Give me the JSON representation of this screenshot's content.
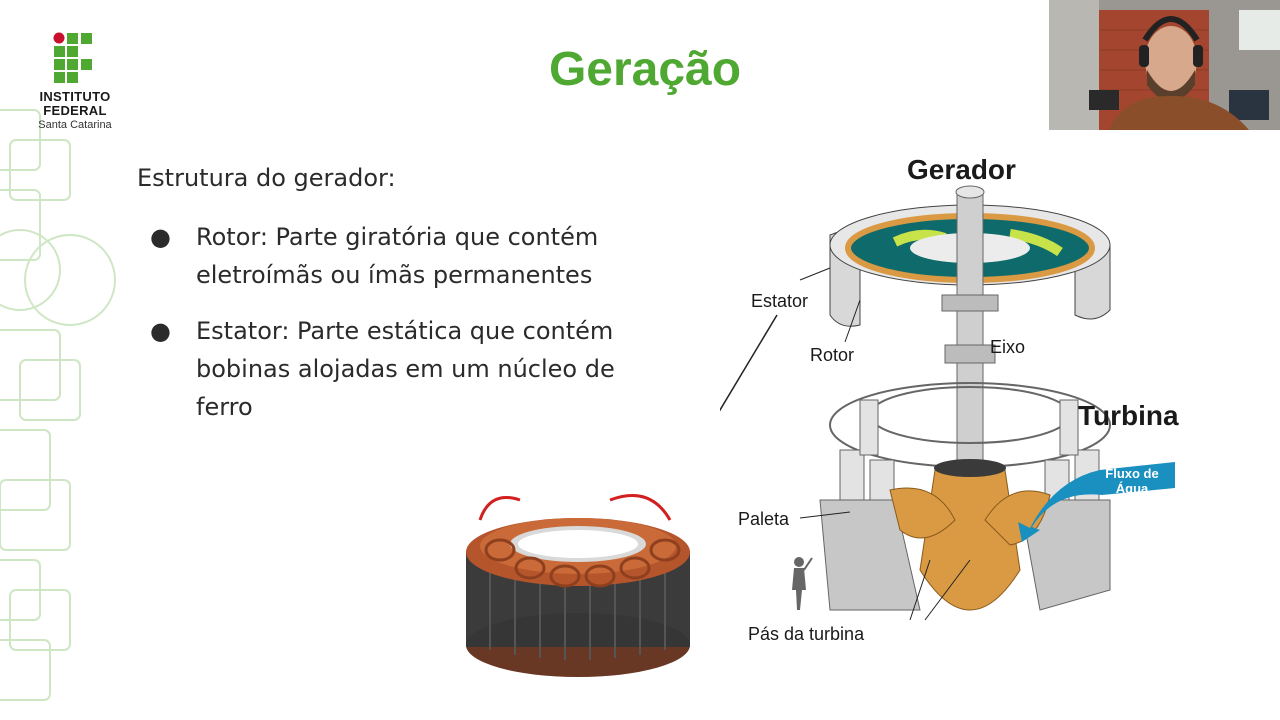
{
  "slide": {
    "title": "Geração",
    "intro": "Estrutura do gerador:",
    "bullets": [
      {
        "marker": "●",
        "text": "Rotor: Parte giratória que contém eletroímãs ou ímãs permanentes"
      },
      {
        "marker": "●",
        "text": "Estator: Parte estática que contém bobinas alojadas em um núcleo de ferro"
      }
    ]
  },
  "logo": {
    "line1": "INSTITUTO",
    "line2": "FEDERAL",
    "line3": "Santa Catarina",
    "colors": {
      "green": "#4ea831",
      "red": "#c8102e"
    }
  },
  "diagram": {
    "labels": {
      "gerador": "Gerador",
      "turbina": "Turbina",
      "estator": "Estator",
      "rotor": "Rotor",
      "eixo": "Eixo",
      "paleta": "Paleta",
      "pas": "Pás da turbina",
      "fluxo_line1": "Fluxo de",
      "fluxo_line2": "Água"
    }
  },
  "colors": {
    "title_green": "#4ea831",
    "text": "#2b2b2b",
    "copper": "#b5552b",
    "turbine": "#d99a43",
    "water_blue": "#1a90c0"
  }
}
